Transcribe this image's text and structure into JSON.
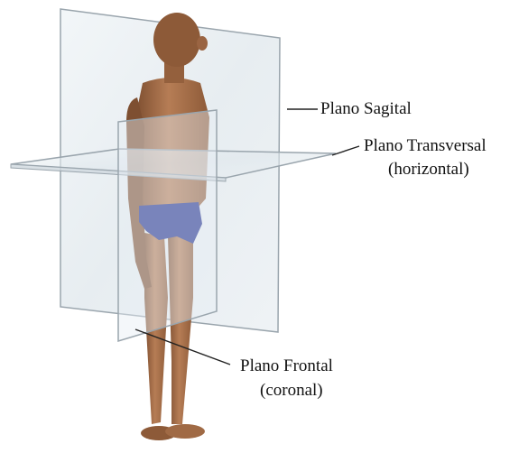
{
  "labels": {
    "sagital": "Plano Sagital",
    "transversal_line1": "Plano Transversal",
    "transversal_line2": "(horizontal)",
    "frontal_line1": "Plano Frontal",
    "frontal_line2": "(coronal)"
  },
  "colors": {
    "plane_fill": "#e3ebf0",
    "plane_edge": "#9aa5ad",
    "skin": "#a8704a",
    "skin_shadow": "#7e4f31",
    "briefs": "#1f2f8c",
    "leader_line": "#222222",
    "text": "#111111"
  }
}
